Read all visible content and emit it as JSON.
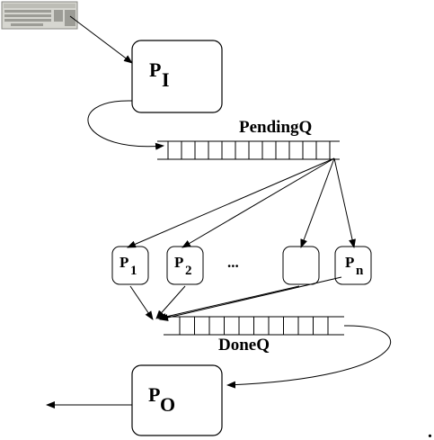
{
  "diagram": {
    "processes": {
      "input": {
        "letter": "P",
        "sub": "I"
      },
      "output": {
        "letter": "P",
        "sub": "O"
      },
      "workers": [
        {
          "letter": "P",
          "sub": "1"
        },
        {
          "letter": "P",
          "sub": "2"
        },
        {
          "letter": "",
          "sub": ""
        },
        {
          "letter": "P",
          "sub": "n"
        }
      ],
      "ellipsis": "..."
    },
    "queues": {
      "pending": {
        "label": "PendingQ",
        "cells": 12
      },
      "done": {
        "label": "DoneQ",
        "cells": 10
      }
    },
    "icons": {
      "source": "keyboard-icon"
    },
    "trailing_mark": "."
  }
}
